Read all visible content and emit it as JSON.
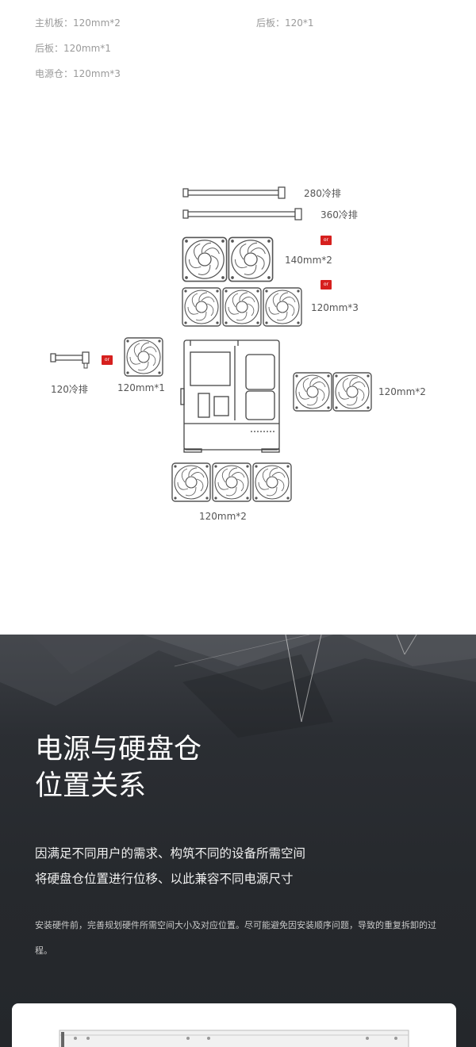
{
  "specs": {
    "left": [
      "主机板：120mm*2",
      "后板：120mm*1",
      "电源仓：120mm*3"
    ],
    "right": [
      "后板：120*1"
    ]
  },
  "diagram": {
    "radiator_280": "280冷排",
    "radiator_360": "360冷排",
    "radiator_120": "120冷排",
    "top_140": "140mm*2",
    "top_120": "120mm*3",
    "rear_120": "120mm*1",
    "side_120": "120mm*2",
    "bottom_120": "120mm*2",
    "or_label": "or"
  },
  "section": {
    "title_line1": "电源与硬盘仓",
    "title_line2": "位置关系",
    "subtitle_line1": "因满足不同用户的需求、构筑不同的设备所需空间",
    "subtitle_line2": "将硬盘仓位置进行位移、以此兼容不同电源尺寸",
    "description": "安装硬件前，完善规划硬件所需空间大小及对应位置。尽可能避免因安装顺序问题，导致的重复拆卸的过程。"
  },
  "colors": {
    "accent_red": "#d6201e",
    "dark_bg": "#2b2e33"
  }
}
